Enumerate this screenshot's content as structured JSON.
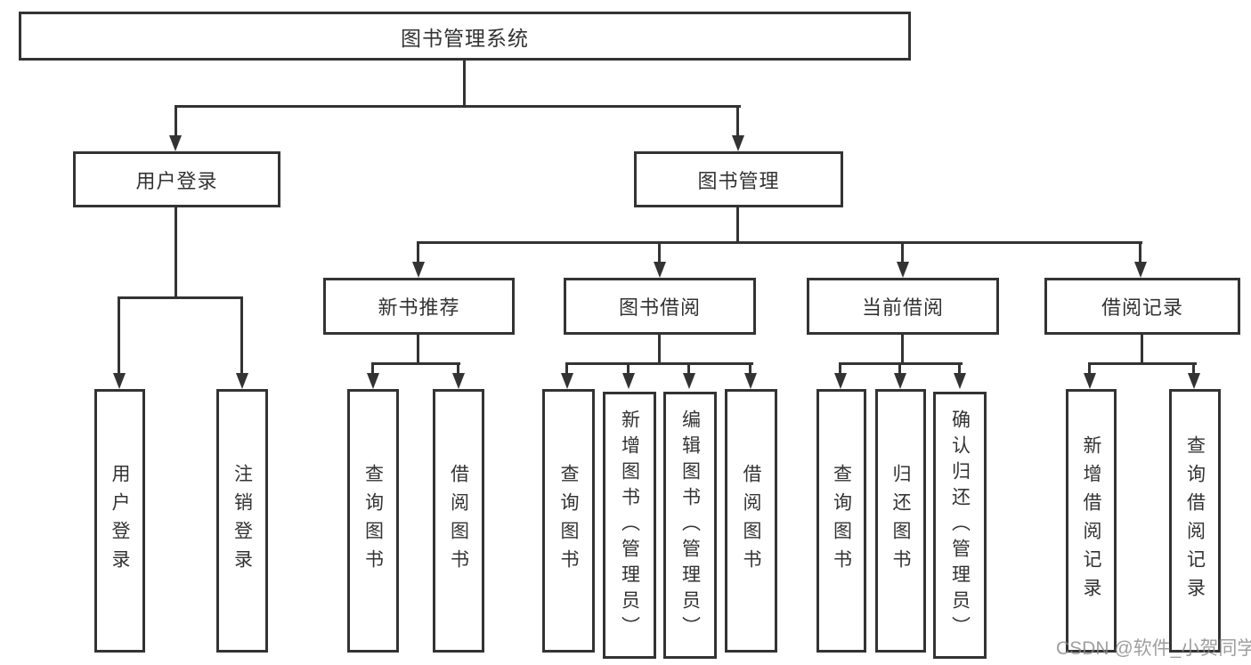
{
  "diagram": {
    "root": {
      "label": "图书管理系统"
    },
    "level2": [
      {
        "label": "用户登录",
        "children": [
          {
            "label": "用户登录"
          },
          {
            "label": "注销登录"
          }
        ]
      },
      {
        "label": "图书管理",
        "children": [
          {
            "label": "新书推荐",
            "children": [
              {
                "label": "查询图书"
              },
              {
                "label": "借阅图书"
              }
            ]
          },
          {
            "label": "图书借阅",
            "children": [
              {
                "label": "查询图书"
              },
              {
                "label": "新增图书（管理员）"
              },
              {
                "label": "编辑图书（管理员）"
              },
              {
                "label": "借阅图书"
              }
            ]
          },
          {
            "label": "当前借阅",
            "children": [
              {
                "label": "查询图书"
              },
              {
                "label": "归还图书"
              },
              {
                "label": "确认归还（管理员）"
              }
            ]
          },
          {
            "label": "借阅记录",
            "children": [
              {
                "label": "新增借阅记录"
              },
              {
                "label": "查询借阅记录"
              }
            ]
          }
        ]
      }
    ]
  },
  "watermark": {
    "text": "CSDN @软件_小贺同学"
  },
  "colors": {
    "line": "#333333",
    "background": "#ffffff",
    "watermark": "#878787"
  }
}
